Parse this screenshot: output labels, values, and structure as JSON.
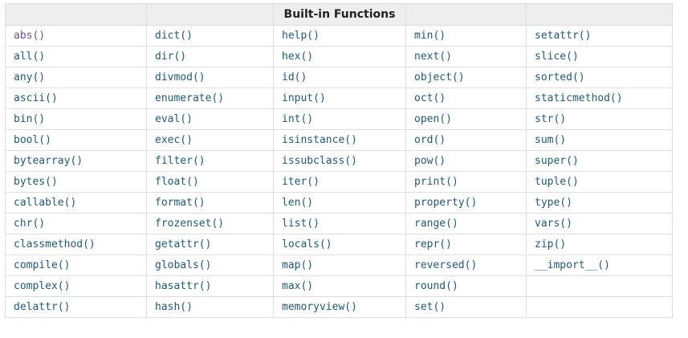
{
  "table": {
    "header": [
      "",
      "",
      "Built-in Functions",
      "",
      ""
    ],
    "columns": [
      [
        "abs()",
        "all()",
        "any()",
        "ascii()",
        "bin()",
        "bool()",
        "bytearray()",
        "bytes()",
        "callable()",
        "chr()",
        "classmethod()",
        "compile()",
        "complex()",
        "delattr()"
      ],
      [
        "dict()",
        "dir()",
        "divmod()",
        "enumerate()",
        "eval()",
        "exec()",
        "filter()",
        "float()",
        "format()",
        "frozenset()",
        "getattr()",
        "globals()",
        "hasattr()",
        "hash()"
      ],
      [
        "help()",
        "hex()",
        "id()",
        "input()",
        "int()",
        "isinstance()",
        "issubclass()",
        "iter()",
        "len()",
        "list()",
        "locals()",
        "map()",
        "max()",
        "memoryview()"
      ],
      [
        "min()",
        "next()",
        "object()",
        "oct()",
        "open()",
        "ord()",
        "pow()",
        "print()",
        "property()",
        "range()",
        "repr()",
        "reversed()",
        "round()",
        "set()"
      ],
      [
        "setattr()",
        "slice()",
        "sorted()",
        "staticmethod()",
        "str()",
        "sum()",
        "super()",
        "tuple()",
        "type()",
        "vars()",
        "zip()",
        "__import__()",
        "",
        ""
      ]
    ],
    "visited": [
      "abs()"
    ]
  },
  "colors": {
    "link": "#1f5a7a",
    "visited_link": "#6b4d8f",
    "header_bg": "#eeeeee",
    "border": "#dddddd"
  }
}
